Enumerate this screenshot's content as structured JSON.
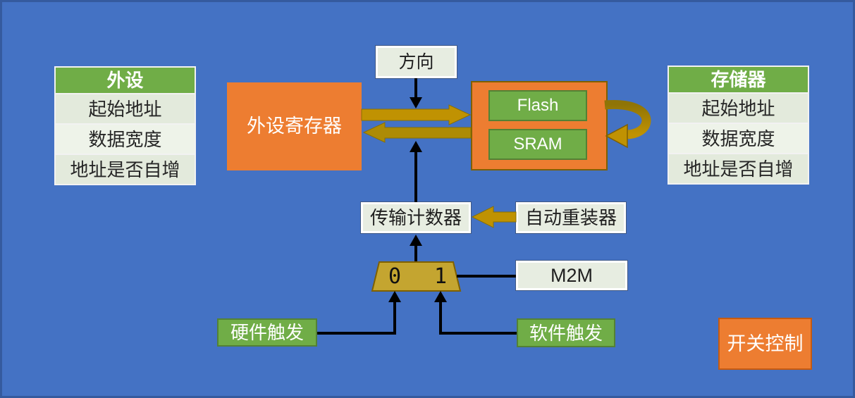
{
  "peripheral_table": {
    "header": "外设",
    "rows": [
      "起始地址",
      "数据宽度",
      "地址是否自增"
    ]
  },
  "memory_table": {
    "header": "存储器",
    "rows": [
      "起始地址",
      "数据宽度",
      "地址是否自增"
    ]
  },
  "boxes": {
    "direction": "方向",
    "peripheral_register": "外设寄存器",
    "flash": "Flash",
    "sram": "SRAM",
    "transfer_counter": "传输计数器",
    "auto_reload": "自动重装器",
    "m2m": "M2M",
    "hardware_trigger": "硬件触发",
    "software_trigger": "软件触发",
    "switch_control": "开关控制"
  },
  "mux": {
    "input0": "0",
    "input1": "1"
  },
  "colors": {
    "background": "#4472C4",
    "orange": "#ED7D31",
    "green": "#70AD47",
    "green_border": "#538135",
    "light_box": "#E7EDE1",
    "gold_arrow": "#BF9000",
    "gold_mux": "#C4A530",
    "dark_gold_border": "#7F6000",
    "black_line": "#000000"
  }
}
